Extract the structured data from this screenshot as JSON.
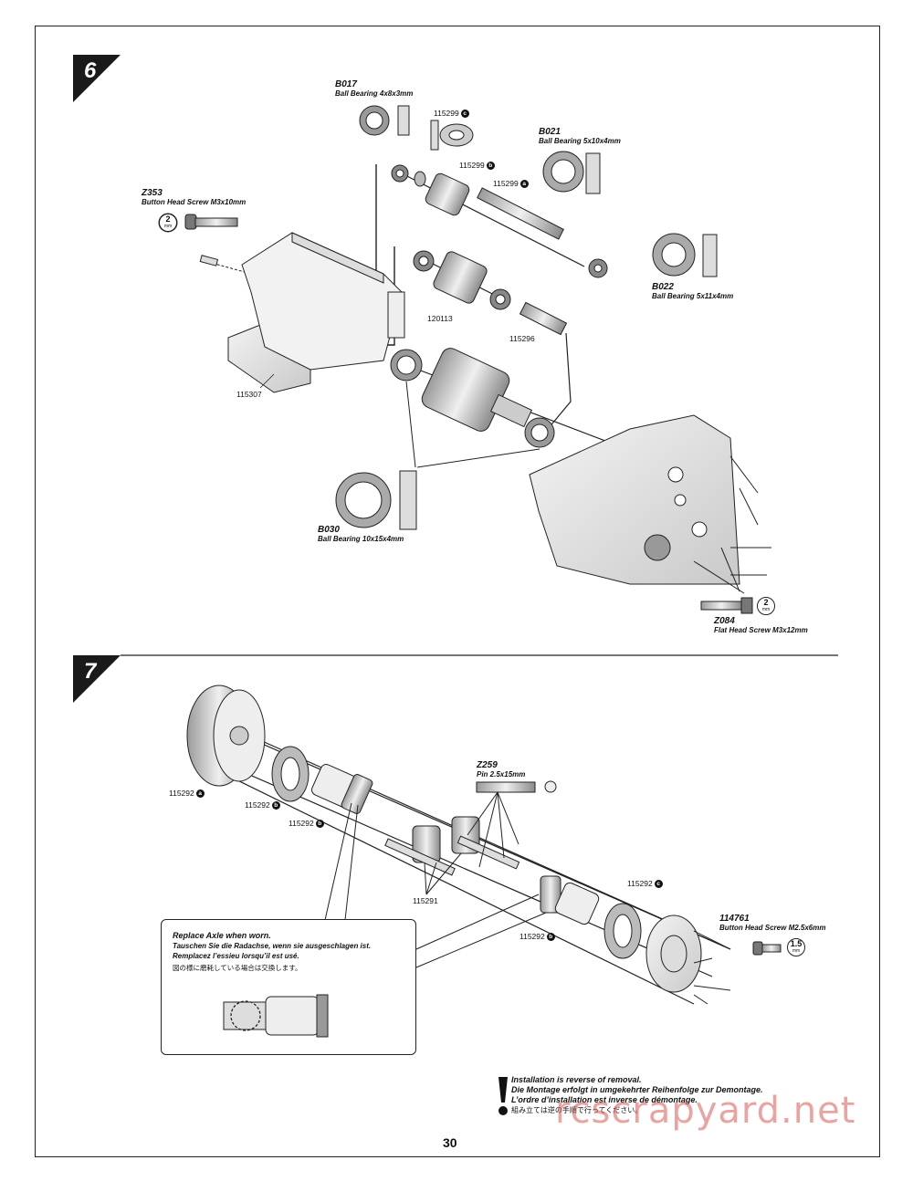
{
  "page_number": "30",
  "watermark": "rcscrapyard.net",
  "steps": [
    {
      "number": "6"
    },
    {
      "number": "7"
    }
  ],
  "step6": {
    "b017": {
      "code": "B017",
      "desc": "Ball Bearing 4x8x3mm"
    },
    "b021": {
      "code": "B021",
      "desc": "Ball Bearing 5x10x4mm"
    },
    "b022": {
      "code": "B022",
      "desc": "Ball Bearing 5x11x4mm"
    },
    "b030": {
      "code": "B030",
      "desc": "Ball Bearing 10x15x4mm"
    },
    "z353": {
      "code": "Z353",
      "desc": "Button Head Screw M3x10mm",
      "tool": "2",
      "tool_unit": "mm"
    },
    "z084": {
      "code": "Z084",
      "desc": "Flat Head Screw M3x12mm",
      "tool": "2",
      "tool_unit": "mm"
    },
    "parts": {
      "p115299c": {
        "num": "115299",
        "tag": "c"
      },
      "p115299b": {
        "num": "115299",
        "tag": "b"
      },
      "p115299a": {
        "num": "115299",
        "tag": "a"
      },
      "p120113": {
        "num": "120113"
      },
      "p115296": {
        "num": "115296"
      },
      "p115307": {
        "num": "115307"
      }
    }
  },
  "step7": {
    "z259": {
      "code": "Z259",
      "desc": "Pin 2.5x15mm"
    },
    "s114761": {
      "code": "114761",
      "desc": "Button Head Screw M2.5x6mm",
      "tool": "1.5",
      "tool_unit": "mm"
    },
    "parts": {
      "p115292a": {
        "num": "115292",
        "tag": "a"
      },
      "p115292b1": {
        "num": "115292",
        "tag": "b"
      },
      "p115292b2": {
        "num": "115292",
        "tag": "b"
      },
      "p115292c": {
        "num": "115292",
        "tag": "c"
      },
      "p115292b3": {
        "num": "115292",
        "tag": "b"
      },
      "p115291": {
        "num": "115291"
      }
    },
    "callout": {
      "en": "Replace Axle when worn.",
      "de": "Tauschen Sie die Radachse, wenn sie ausgeschlagen ist.",
      "fr": "Remplacez l’essieu lorsqu’il est usé.",
      "ja": "図の様に磨耗している場合は交換します。"
    }
  },
  "notice": {
    "en": "Installation is reverse of removal.",
    "de": "Die Montage erfolgt in umgekehrter Reihenfolge zur Demontage.",
    "fr": "L’ordre d’installation est inverse de démontage.",
    "ja": "組み立ては逆の手順で行ってください。"
  }
}
